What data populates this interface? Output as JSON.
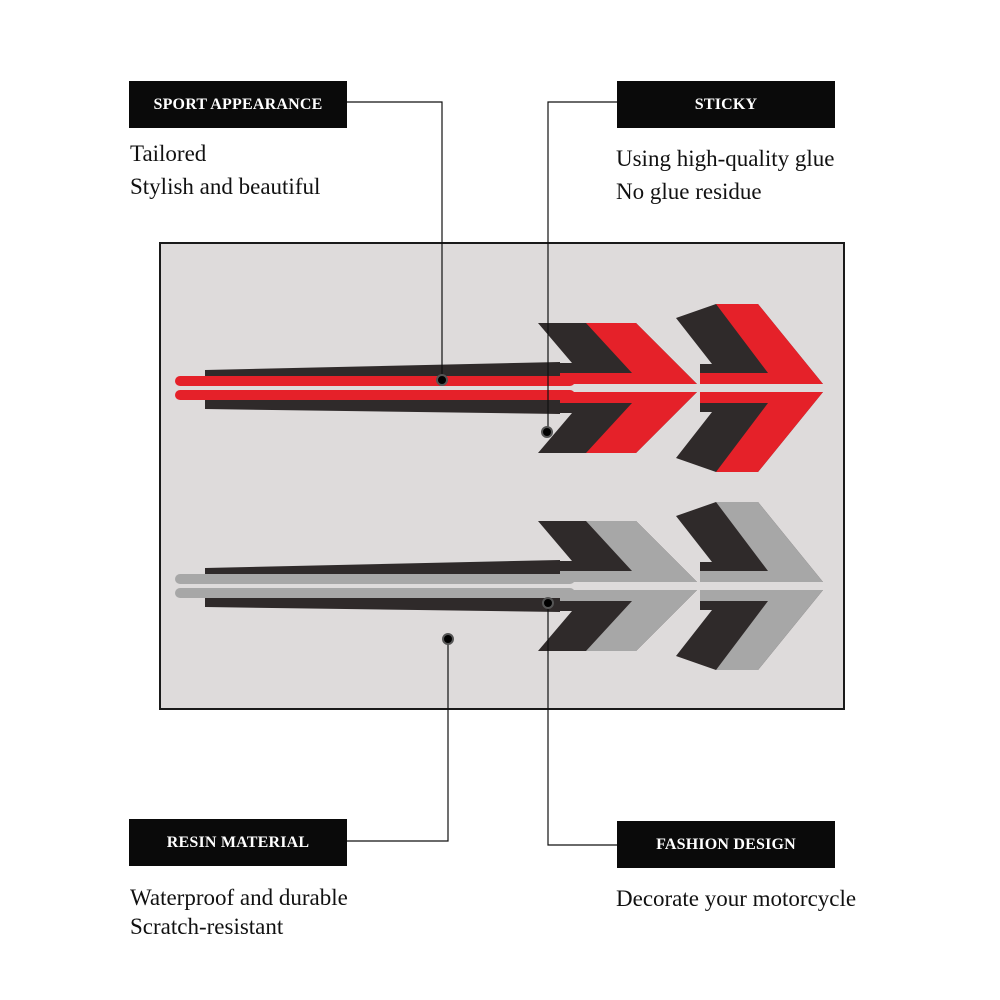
{
  "features": [
    {
      "title": "SPORT APPEARANCE",
      "lines": [
        "Tailored",
        "Stylish and beautiful"
      ]
    },
    {
      "title": "STICKY",
      "lines": [
        "Using high-quality glue",
        "No glue residue"
      ]
    },
    {
      "title": "RESIN MATERIAL",
      "lines": [
        "Waterproof and durable",
        "Scratch-resistant"
      ]
    },
    {
      "title": "FASHION DESIGN",
      "lines": [
        "Decorate your motorcycle"
      ]
    }
  ],
  "colors": {
    "red": "#e52129",
    "gray": "#a7a7a7",
    "dark": "#2f2a2a",
    "panel": "#dedbdb"
  }
}
